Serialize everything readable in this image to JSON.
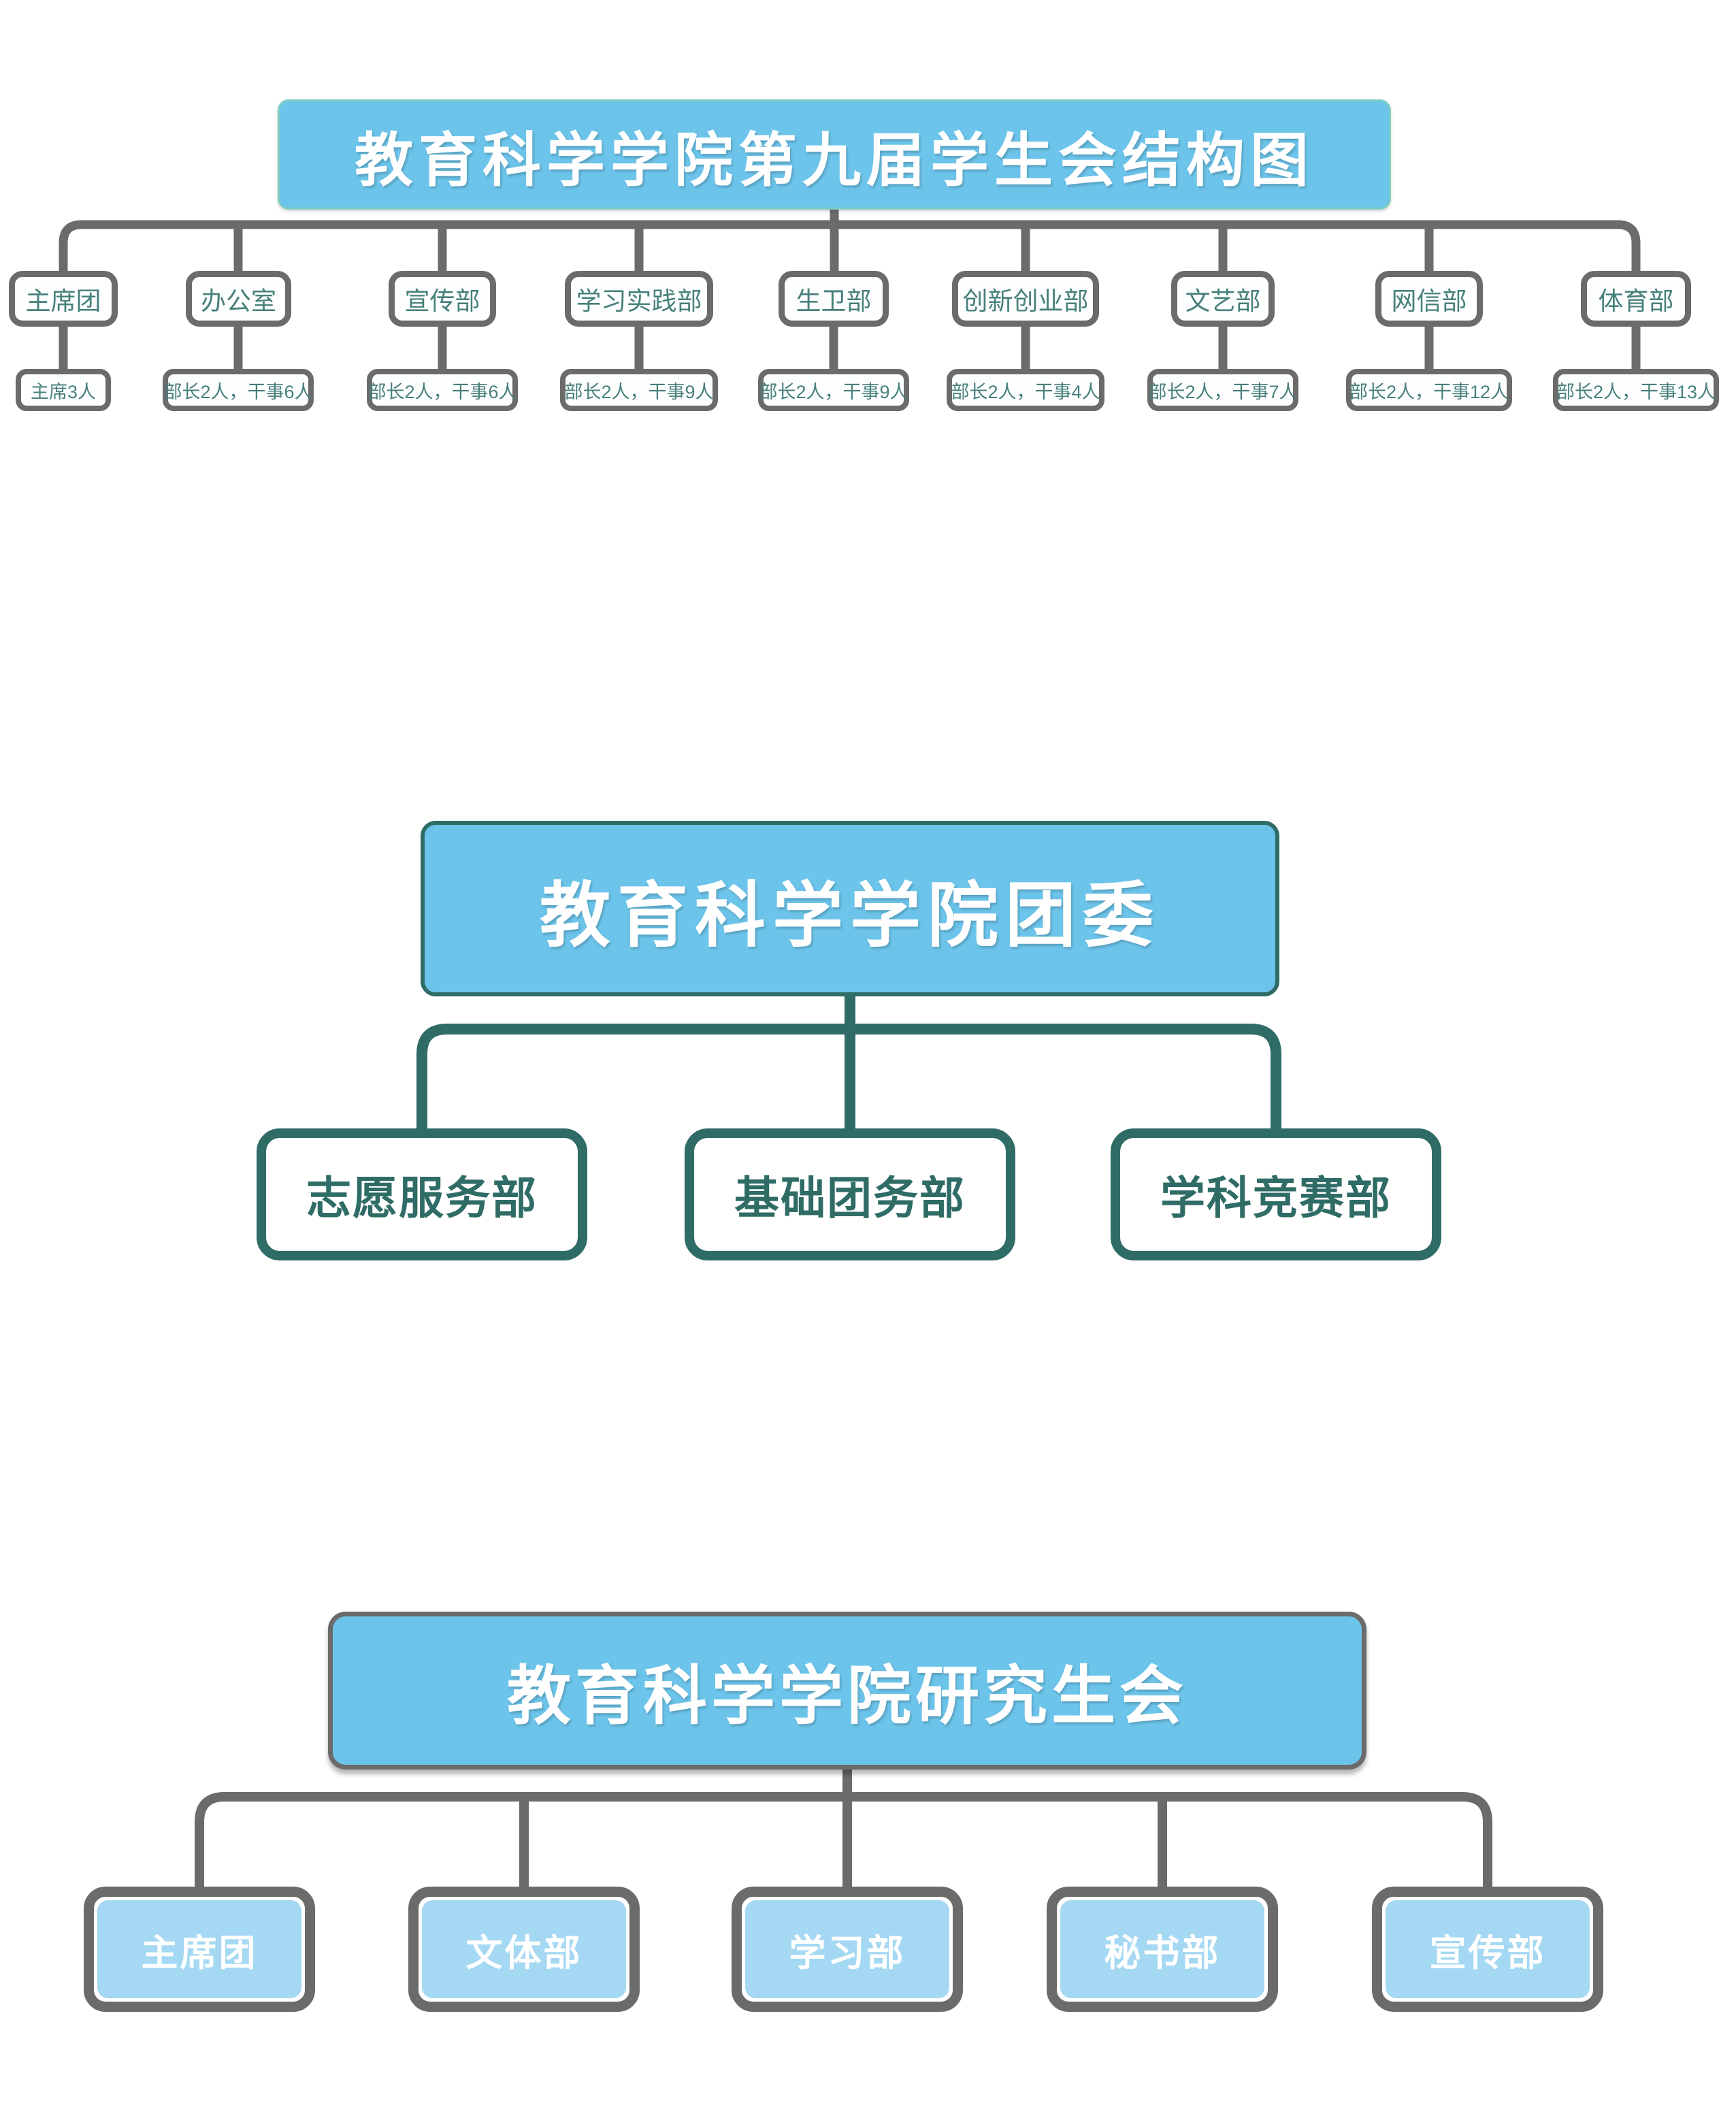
{
  "colors": {
    "sky_blue": "#6CC4EA",
    "light_blue_fill": "#A5D8F2",
    "teal_title_border": "#7FCDC1",
    "dark_teal": "#2F6C66",
    "teal_text": "#47807B",
    "gray_line": "#6B6B6B",
    "white": "#FFFFFF"
  },
  "student_union": {
    "title": "教育科学学院第九届学生会结构图",
    "departments": [
      {
        "name": "主席团",
        "members": "主席3人"
      },
      {
        "name": "办公室",
        "members": "部长2人，干事6人"
      },
      {
        "name": "宣传部",
        "members": "部长2人，干事6人"
      },
      {
        "name": "学习实践部",
        "members": "部长2人，干事9人"
      },
      {
        "name": "生卫部",
        "members": "部长2人，干事9人"
      },
      {
        "name": "创新创业部",
        "members": "部长2人，干事4人"
      },
      {
        "name": "文艺部",
        "members": "部长2人，干事7人"
      },
      {
        "name": "网信部",
        "members": "部长2人，干事12人"
      },
      {
        "name": "体育部",
        "members": "部长2人，干事13人"
      }
    ]
  },
  "youth_league": {
    "title": "教育科学学院团委",
    "departments": [
      {
        "name": "志愿服务部"
      },
      {
        "name": "基础团务部"
      },
      {
        "name": "学科竞赛部"
      }
    ]
  },
  "graduate_union": {
    "title": "教育科学学院研究生会",
    "departments": [
      {
        "name": "主席团"
      },
      {
        "name": "文体部"
      },
      {
        "name": "学习部"
      },
      {
        "name": "秘书部"
      },
      {
        "name": "宣传部"
      }
    ]
  }
}
